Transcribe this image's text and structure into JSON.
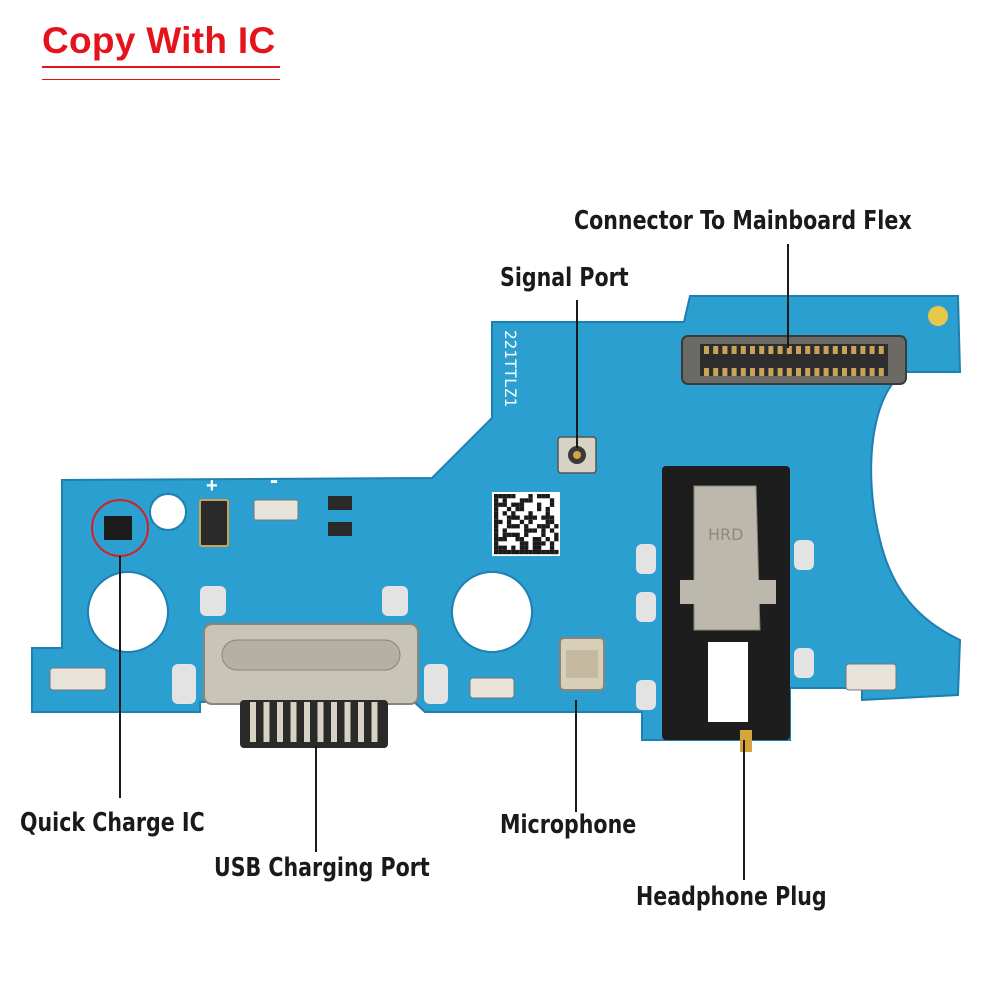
{
  "title": "Copy With IC",
  "labels": {
    "connector": "Connector To Mainboard Flex",
    "signal": "Signal Port",
    "quick_charge": "Quick Charge IC",
    "usb": "USB Charging Port",
    "microphone": "Microphone",
    "headphone": "Headphone Plug"
  },
  "board_marks": {
    "serial": "221TTLZ1",
    "jack_brand": "HRD",
    "plus": "+",
    "minus": "-"
  },
  "colors": {
    "title": "#e5131b",
    "pcb": "#2a9fd0",
    "pcb_edge": "#1e7fb0",
    "metal": "#c9c4b8",
    "gold": "#d4a53a",
    "jack": "#1d1d1d",
    "highlight_circle": "#d42020"
  }
}
